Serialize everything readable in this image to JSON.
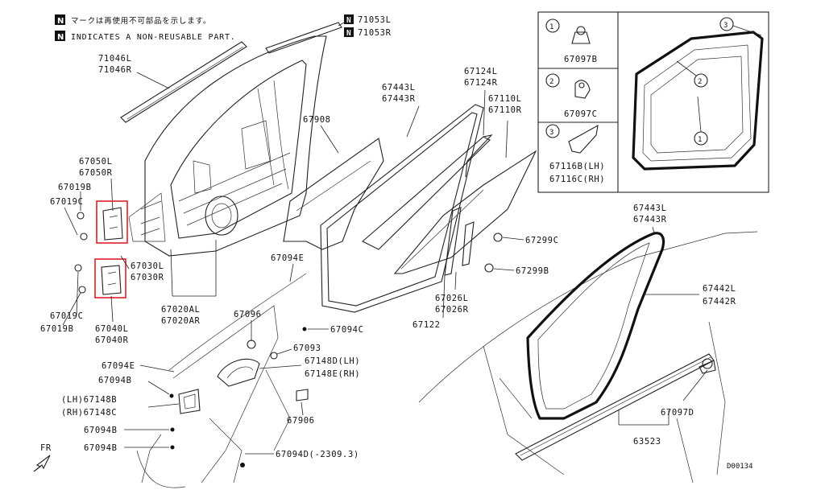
{
  "notes": {
    "badge": "N",
    "jp": "マークは再使用不可部品を示します。",
    "en": "INDICATES A NON-REUSABLE PART."
  },
  "inset": {
    "callouts": [
      "1",
      "2",
      "3"
    ],
    "items": [
      {
        "num": "1",
        "code": "67097B"
      },
      {
        "num": "2",
        "code": "67097C"
      },
      {
        "num": "3",
        "code": "67116B(LH)",
        "code2": "67116C(RH)"
      }
    ]
  },
  "labels": {
    "p71053": [
      "71053L",
      "71053R"
    ],
    "p71046": [
      "71046L",
      "71046R"
    ],
    "p67050": [
      "67050L",
      "67050R"
    ],
    "p67019B_a": "67019B",
    "p67019C_a": "67019C",
    "p67030": [
      "67030L",
      "67030R"
    ],
    "p67019C_b": "67019C",
    "p67019B_b": "67019B",
    "p67040": [
      "67040L",
      "67040R"
    ],
    "p67020": [
      "67020AL",
      "67020AR"
    ],
    "p67908": "67908",
    "p67443_top": [
      "67443L",
      "67443R"
    ],
    "p67124": [
      "67124L",
      "67124R"
    ],
    "p67110": [
      "67110L",
      "67110R"
    ],
    "p67299C": "67299C",
    "p67299B": "67299B",
    "p67026": [
      "67026L",
      "67026R"
    ],
    "p67122": "67122",
    "p67094E_a": "67094E",
    "p67096": "67096",
    "p67094C": "67094C",
    "p67093": "67093",
    "p67148D": [
      "67148D(LH)",
      "67148E(RH)"
    ],
    "p67094E_b": "67094E",
    "p67094B_a": "67094B",
    "p67148B": [
      "(LH)67148B",
      "(RH)67148C"
    ],
    "p67094B_b": "67094B",
    "p67094B_c": "67094B",
    "p67906": "67906",
    "p67094D": "67094D(-2309.3)",
    "p67443_right": [
      "67443L",
      "67443R"
    ],
    "p67442": [
      "67442L",
      "67442R"
    ],
    "p67097D": "67097D",
    "p63523": "63523",
    "fr": "FR",
    "diagram_code": "D00134"
  },
  "colors": {
    "highlight": "#e0202a",
    "line": "#222222",
    "background": "#ffffff"
  }
}
